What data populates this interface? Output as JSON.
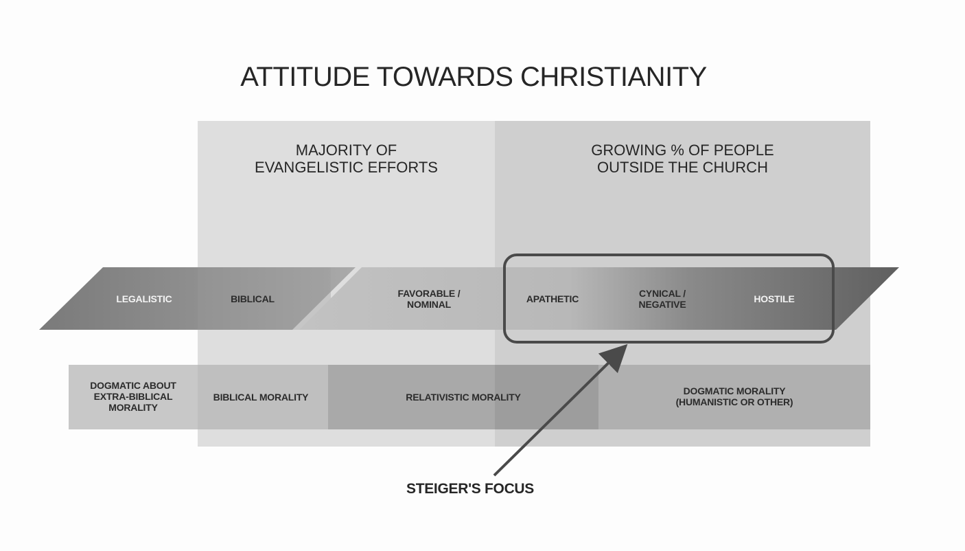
{
  "title": "ATTITUDE TOWARDS CHRISTIANITY",
  "panels": {
    "left": {
      "line1": "MAJORITY OF",
      "line2": "EVANGELISTIC EFFORTS"
    },
    "right": {
      "line1": "GROWING % OF PEOPLE",
      "line2": "OUTSIDE THE CHURCH"
    }
  },
  "attitudes": {
    "legalistic": "LEGALISTIC",
    "biblical": "BIBLICAL",
    "favorable_1": "FAVORABLE /",
    "favorable_2": "NOMINAL",
    "apathetic": "APATHETIC",
    "cynical_1": "CYNICAL /",
    "cynical_2": "NEGATIVE",
    "hostile": "HOSTILE"
  },
  "morality": {
    "dogmatic_extra_1": "DOGMATIC ABOUT",
    "dogmatic_extra_2": "EXTRA-BIBLICAL",
    "dogmatic_extra_3": "MORALITY",
    "biblical": "BIBLICAL MORALITY",
    "relativistic": "RELATIVISTIC MORALITY",
    "dogmatic_1": "DOGMATIC MORALITY",
    "dogmatic_2": "(HUMANISTIC OR OTHER)"
  },
  "focus_label": "STEIGER'S FOCUS",
  "colors": {
    "background": "#fdfdfd",
    "panel_left": "#dedede",
    "panel_right": "#cfcfcf",
    "outline": "#4a4a4a",
    "arrow": "#4a4a4a"
  }
}
